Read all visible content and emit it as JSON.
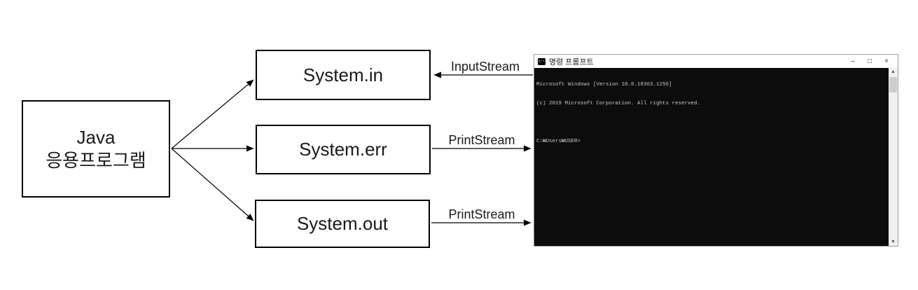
{
  "diagram": {
    "java_box": {
      "line1": "Java",
      "line2": "응용프로그램"
    },
    "stream_boxes": [
      {
        "label": "System.in"
      },
      {
        "label": "System.err"
      },
      {
        "label": "System.out"
      }
    ],
    "arrows": [
      {
        "label": "InputStream",
        "direction": "left",
        "from": "console",
        "to": "System.in"
      },
      {
        "label": "PrintStream",
        "direction": "right",
        "from": "System.err",
        "to": "console"
      },
      {
        "label": "PrintStream",
        "direction": "right",
        "from": "System.out",
        "to": "console"
      }
    ]
  },
  "console": {
    "title": "명령 프롬프트",
    "icons": {
      "cmd": "C:\\",
      "minimize": "–",
      "maximize": "□",
      "close": "×",
      "scroll_up": "▲",
      "scroll_down": "▼"
    },
    "output_lines": [
      "Microsoft Windows [Version 10.0.18363.1256]",
      "(c) 2019 Microsoft Corporation. All rights reserved."
    ],
    "prompt": "C:₩Users₩USER>",
    "colors": {
      "background": "#0c0c0c",
      "text": "#c8c8c8",
      "titlebar_bg": "#ffffff",
      "scrollbar_track": "#f0f0f0",
      "scrollbar_thumb": "#cdcdcd",
      "box_border": "#000000"
    }
  }
}
